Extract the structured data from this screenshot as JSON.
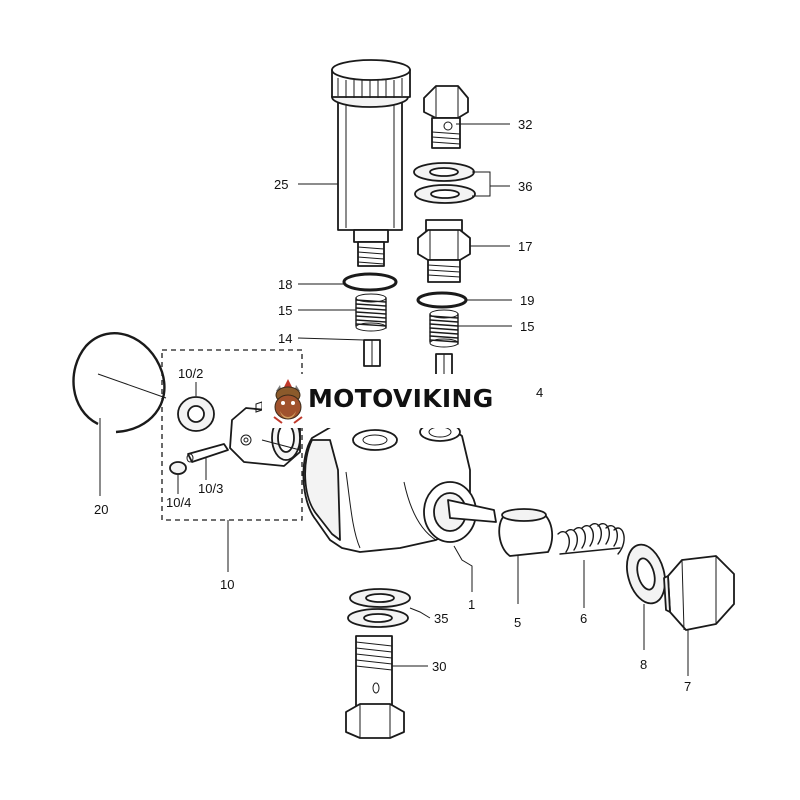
{
  "brand": {
    "name": "MOTOVIKING"
  },
  "callouts": [
    {
      "id": "c25",
      "label": "25"
    },
    {
      "id": "c32",
      "label": "32"
    },
    {
      "id": "c36",
      "label": "36"
    },
    {
      "id": "c17",
      "label": "17"
    },
    {
      "id": "c18",
      "label": "18"
    },
    {
      "id": "c19",
      "label": "19"
    },
    {
      "id": "c15a",
      "label": "15"
    },
    {
      "id": "c15b",
      "label": "15"
    },
    {
      "id": "c14",
      "label": "14"
    },
    {
      "id": "c4",
      "label": "4"
    },
    {
      "id": "c10-2",
      "label": "10/2"
    },
    {
      "id": "c10-3",
      "label": "10/3"
    },
    {
      "id": "c10-4",
      "label": "10/4"
    },
    {
      "id": "c20",
      "label": "20"
    },
    {
      "id": "c10",
      "label": "10"
    },
    {
      "id": "c1",
      "label": "1"
    },
    {
      "id": "c5",
      "label": "5"
    },
    {
      "id": "c6",
      "label": "6"
    },
    {
      "id": "c8",
      "label": "8"
    },
    {
      "id": "c7",
      "label": "7"
    },
    {
      "id": "c35",
      "label": "35"
    },
    {
      "id": "c30",
      "label": "30"
    }
  ],
  "colors": {
    "ink": "#1a1a1a",
    "background": "#ffffff",
    "logo_accent": "#c0392b",
    "logo_body": "#a0522d"
  }
}
